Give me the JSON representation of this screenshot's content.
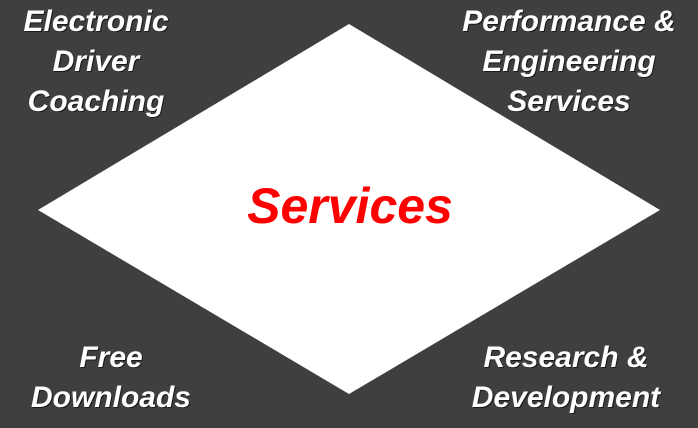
{
  "colors": {
    "background": "#3f3f3f",
    "diamond": "#ffffff",
    "link_text": "#ffffff",
    "title_text": "#ff0000"
  },
  "center": {
    "title": "Services"
  },
  "links": {
    "top_left": {
      "lines": [
        "Electronic",
        "Driver",
        "Coaching"
      ]
    },
    "top_right": {
      "lines": [
        "Performance &",
        "Engineering",
        "Services"
      ]
    },
    "bottom_left": {
      "lines": [
        "Free",
        "Downloads"
      ]
    },
    "bottom_right": {
      "lines": [
        "Research &",
        "Development"
      ]
    }
  }
}
